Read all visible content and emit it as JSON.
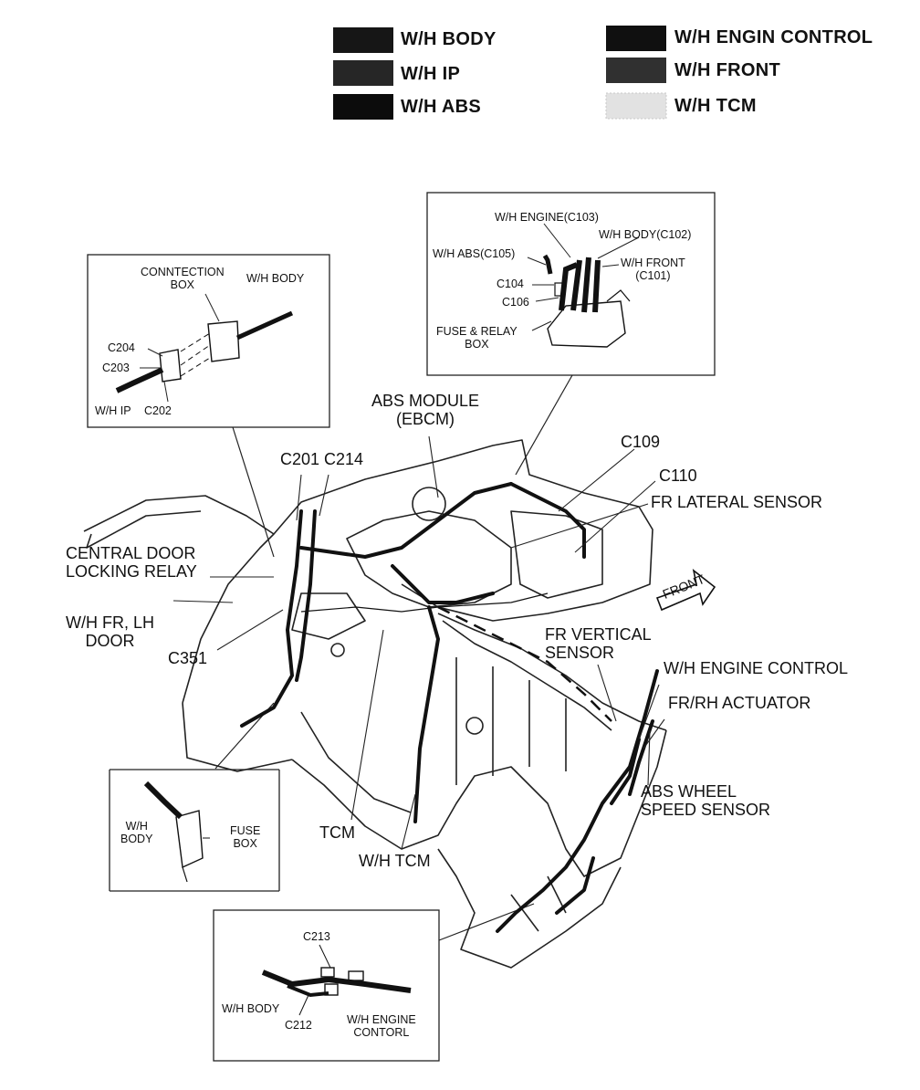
{
  "legend": [
    {
      "label": "W/H BODY",
      "color": "#161616"
    },
    {
      "label": "W/H IP",
      "color": "#262626"
    },
    {
      "label": "W/H ABS",
      "color": "#0c0c0c"
    },
    {
      "label": "W/H ENGIN CONTROL",
      "color": "#101010"
    },
    {
      "label": "W/H FRONT",
      "color": "#303030"
    },
    {
      "label": "W/H TCM",
      "color": "#e2e2e2"
    }
  ],
  "inset_fuse_relay": {
    "engine": "W/H ENGINE(C103)",
    "body": "W/H BODY(C102)",
    "abs": "W/H ABS(C105)",
    "front": "W/H FRONT\n(C101)",
    "c104": "C104",
    "c106": "C106",
    "box": "FUSE & RELAY\nBOX"
  },
  "inset_connection": {
    "box": "CONNTECTION\nBOX",
    "body": "W/H BODY",
    "c204": "C204",
    "c203": "C203",
    "ip": "W/H IP",
    "c202": "C202"
  },
  "inset_fuse": {
    "body": "W/H\nBODY",
    "box": "FUSE\nBOX"
  },
  "inset_bottom": {
    "c213": "C213",
    "body": "W/H BODY",
    "c212": "C212",
    "engine": "W/H ENGINE\nCONTORL"
  },
  "labels": {
    "abs_module": "ABS MODULE\n(EBCM)",
    "c109": "C109",
    "c110": "C110",
    "fr_lateral": "FR LATERAL SENSOR",
    "c201_c214": "C201 C214",
    "central_door": "CENTRAL DOOR\nLOCKING RELAY",
    "wh_fr_lh": "W/H FR, LH\nDOOR",
    "c351": "C351",
    "front_arrow": "FRONT",
    "fr_vertical": "FR VERTICAL\nSENSOR",
    "wh_engine_control": "W/H ENGINE CONTROL",
    "fr_rh_actuator": "FR/RH ACTUATOR",
    "abs_wheel": "ABS WHEEL\nSPEED SENSOR",
    "tcm": "TCM",
    "wh_tcm": "W/H TCM"
  }
}
